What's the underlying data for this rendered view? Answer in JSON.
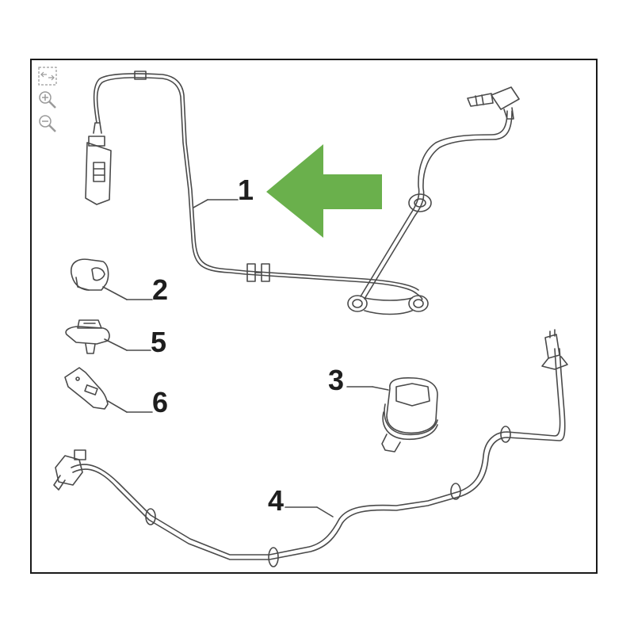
{
  "toolbar": {
    "tools": [
      {
        "name": "fit-to-view-icon"
      },
      {
        "name": "zoom-in-icon"
      },
      {
        "name": "zoom-out-icon"
      }
    ]
  },
  "callouts": {
    "c1": "1",
    "c2": "2",
    "c3": "3",
    "c4": "4",
    "c5": "5",
    "c6": "6"
  },
  "colors": {
    "arrow": "#6ab04c",
    "line": "#4a4a4a",
    "frame": "#1a1a1a"
  }
}
